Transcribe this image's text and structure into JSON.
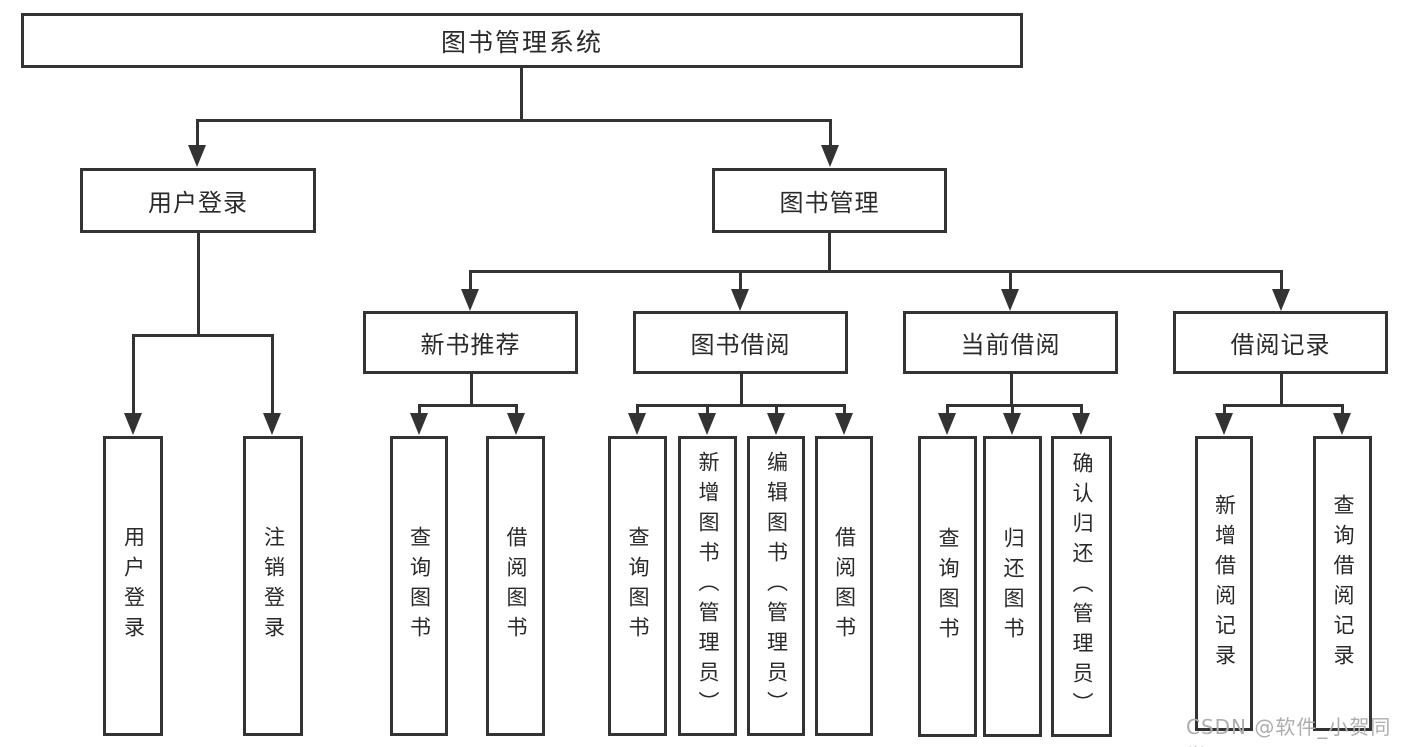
{
  "tree": {
    "root": {
      "label": "图书管理系统",
      "children": [
        {
          "label": "用户登录",
          "children": [
            {
              "label": "用户登录"
            },
            {
              "label": "注销登录"
            }
          ]
        },
        {
          "label": "图书管理",
          "children": [
            {
              "label": "新书推荐",
              "children": [
                {
                  "label": "查询图书"
                },
                {
                  "label": "借阅图书"
                }
              ]
            },
            {
              "label": "图书借阅",
              "children": [
                {
                  "label": "查询图书"
                },
                {
                  "label": "新增图书（管理员）"
                },
                {
                  "label": "编辑图书（管理员）"
                },
                {
                  "label": "借阅图书"
                }
              ]
            },
            {
              "label": "当前借阅",
              "children": [
                {
                  "label": "查询图书"
                },
                {
                  "label": "归还图书"
                },
                {
                  "label": "确认归还（管理员）"
                }
              ]
            },
            {
              "label": "借阅记录",
              "children": [
                {
                  "label": "新增借阅记录"
                },
                {
                  "label": "查询借阅记录"
                }
              ]
            }
          ]
        }
      ]
    }
  },
  "watermark": {
    "text": "CSDN @软件_小贺同学",
    "color": "#aeaeae"
  },
  "colors": {
    "line": "#333333",
    "text": "#2a2a2a",
    "background": "#ffffff"
  }
}
